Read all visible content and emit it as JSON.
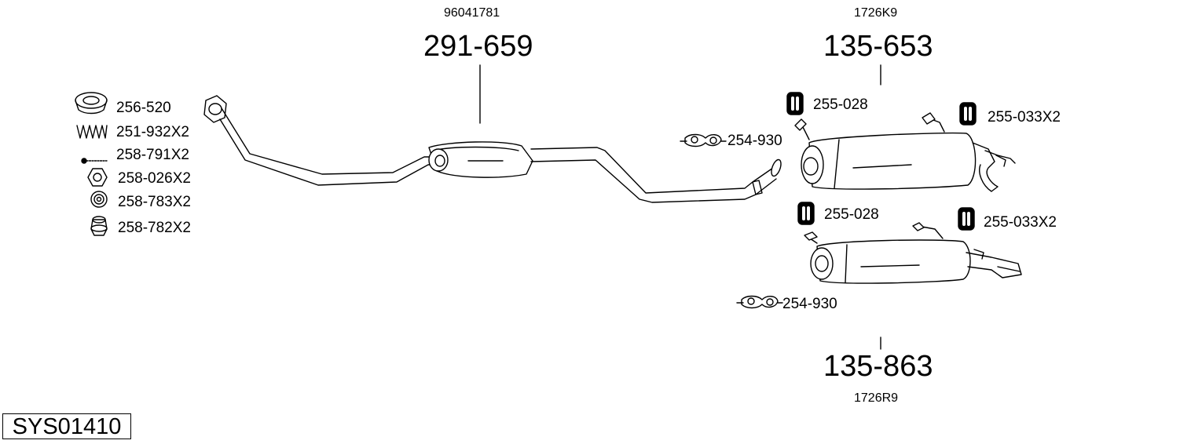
{
  "diagram": {
    "system_code": "SYS01410",
    "assemblies": [
      {
        "oem": "96041781",
        "part_number": "291-659"
      },
      {
        "oem": "1726K9",
        "part_number": "135-653"
      },
      {
        "oem": "1726R9",
        "part_number": "135-863"
      }
    ],
    "hardware_left": [
      {
        "label": "256-520",
        "icon": "gasket-ring-icon"
      },
      {
        "label": "251-932X2",
        "icon": "spring-icon"
      },
      {
        "label": "258-791X2",
        "icon": "bolt-icon"
      },
      {
        "label": "258-026X2",
        "icon": "hex-nut-icon"
      },
      {
        "label": "258-783X2",
        "icon": "washer-icon"
      },
      {
        "label": "258-782X2",
        "icon": "rubber-bush-icon"
      }
    ],
    "hardware_right": [
      {
        "label": "255-028",
        "icon": "rubber-mount-icon"
      },
      {
        "label": "255-033X2",
        "icon": "rubber-mount-icon"
      },
      {
        "label": "254-930",
        "icon": "pipe-clamp-icon"
      },
      {
        "label": "255-028",
        "icon": "rubber-mount-icon"
      },
      {
        "label": "255-033X2",
        "icon": "rubber-mount-icon"
      },
      {
        "label": "254-930",
        "icon": "pipe-clamp-icon"
      }
    ]
  }
}
